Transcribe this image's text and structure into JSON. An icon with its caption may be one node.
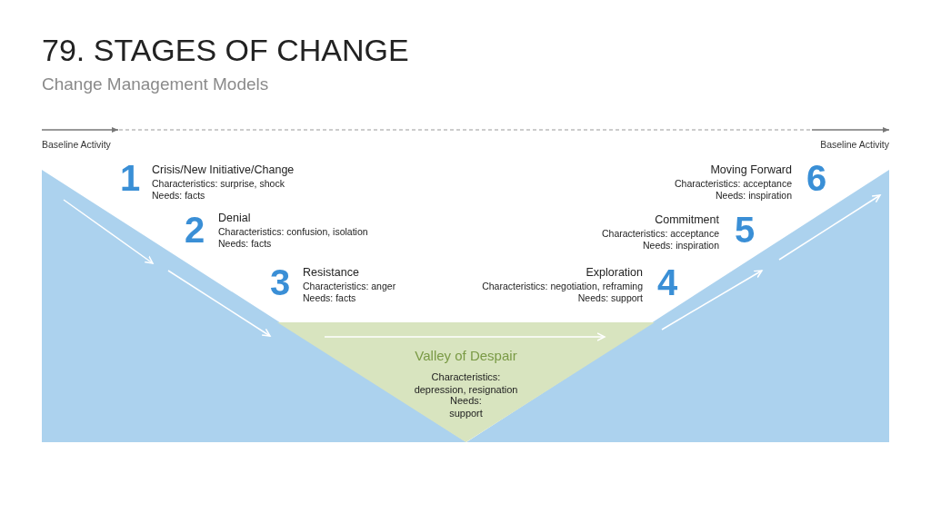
{
  "diagram": {
    "title": "79. STAGES OF CHANGE",
    "nodes": [
      {
        "text": [
          "Valley of Despair",
          "Characteristics: depression, resignation",
          "Needs: support"
        ]
      }
    ],
    "edges": [],
    "labels": [
      "Change Management Models",
      "Baseline Activity",
      "Baseline Activity",
      "1",
      "Crisis/New Initiative/Change",
      "Characteristics: surprise, shock",
      "Needs: facts",
      "Moving Forward",
      "Characteristics: acceptance",
      "Needs: inspiration",
      "6",
      "2",
      "Denial",
      "Characteristics: confusion, isolation",
      "Needs: facts",
      "Commitment",
      "Characteristics: acceptance",
      "Needs: inspiration",
      "5",
      "3",
      "Resistance",
      "Characteristics: anger",
      "Needs: facts",
      "Exploration",
      "Characteristics: negotiation, reframing",
      "Needs: support",
      "4"
    ]
  }
}
